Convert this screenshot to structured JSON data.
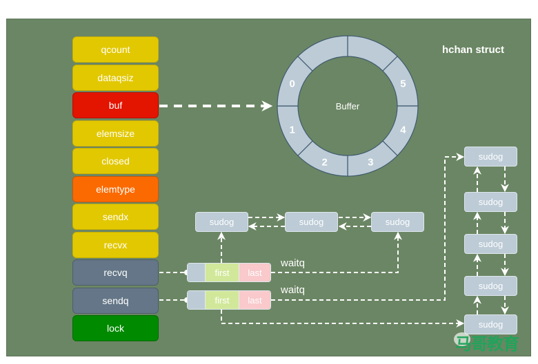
{
  "diagram": {
    "title": "hchan struct",
    "colors": {
      "background": "#6b8664",
      "yellow_field": "#e2c800",
      "red_field": "#e31400",
      "orange_field": "#fb6a00",
      "slate_field": "#647687",
      "green_field": "#008a00",
      "sudog": "#bccbd6",
      "first": "#d1e89a",
      "last": "#f9c9cb",
      "watermark": "#1fa55b"
    },
    "fields": [
      {
        "label": "qcount",
        "color": "yellow"
      },
      {
        "label": "dataqsiz",
        "color": "yellow"
      },
      {
        "label": "buf",
        "color": "red"
      },
      {
        "label": "elemsize",
        "color": "yellow"
      },
      {
        "label": "closed",
        "color": "yellow"
      },
      {
        "label": "elemtype",
        "color": "orange"
      },
      {
        "label": "sendx",
        "color": "yellow"
      },
      {
        "label": "recvx",
        "color": "yellow"
      },
      {
        "label": "recvq",
        "color": "slate"
      },
      {
        "label": "sendq",
        "color": "slate"
      },
      {
        "label": "lock",
        "color": "green"
      }
    ],
    "buffer": {
      "label": "Buffer",
      "slot_count": 8,
      "slot_labels": [
        "0",
        "1",
        "2",
        "3",
        "4",
        "5",
        "",
        ""
      ]
    },
    "recv_waitq": {
      "label": "waitq",
      "first": "first",
      "last": "last",
      "sudogs": [
        "sudog",
        "sudog",
        "sudog"
      ]
    },
    "send_waitq": {
      "label": "waitq",
      "first": "first",
      "last": "last",
      "sudogs": [
        "sudog",
        "sudog",
        "sudog",
        "sudog",
        "sudog"
      ]
    },
    "watermark": "马哥教育"
  }
}
